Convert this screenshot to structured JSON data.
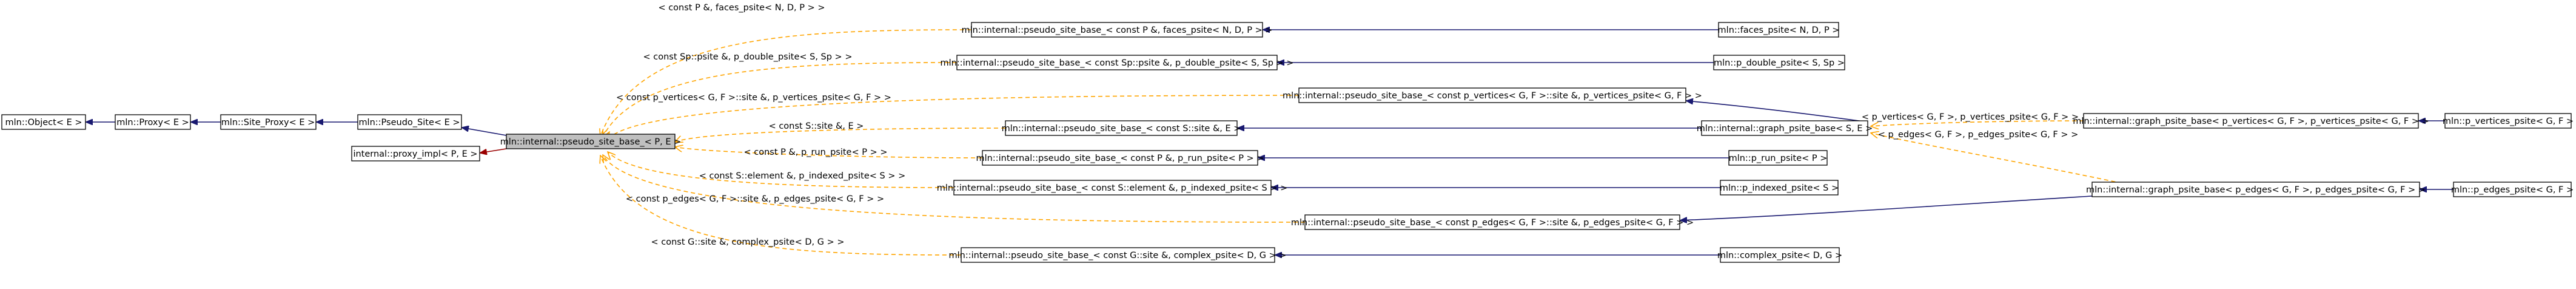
{
  "diagram": {
    "nodes": [
      {
        "id": "object",
        "label": "mln::Object< E >"
      },
      {
        "id": "proxy",
        "label": "mln::Proxy< E >"
      },
      {
        "id": "site_proxy",
        "label": "mln::Site_Proxy< E >"
      },
      {
        "id": "pseudo_site",
        "label": "mln::Pseudo_Site< E >"
      },
      {
        "id": "pseudo_site_base",
        "label": "mln::internal::pseudo_site_base_< P, E >"
      },
      {
        "id": "proxy_impl",
        "label": "internal::proxy_impl< P, E >"
      },
      {
        "id": "psb_faces",
        "label": "mln::internal::pseudo_site_base_< const P &, faces_psite< N, D, P > >"
      },
      {
        "id": "psb_double",
        "label": "mln::internal::pseudo_site_base_< const Sp::psite &, p_double_psite< S, Sp > >"
      },
      {
        "id": "psb_vertices",
        "label": "mln::internal::pseudo_site_base_< const p_vertices< G, F >::site &, p_vertices_psite< G, F > >"
      },
      {
        "id": "psb_graph",
        "label": "mln::internal::pseudo_site_base_< const S::site &, E >"
      },
      {
        "id": "psb_run",
        "label": "mln::internal::pseudo_site_base_< const P &, p_run_psite< P > >"
      },
      {
        "id": "psb_indexed",
        "label": "mln::internal::pseudo_site_base_< const S::element &, p_indexed_psite< S > >"
      },
      {
        "id": "psb_edges",
        "label": "mln::internal::pseudo_site_base_< const p_edges< G, F >::site &, p_edges_psite< G, F > >"
      },
      {
        "id": "psb_complex",
        "label": "mln::internal::pseudo_site_base_< const G::site &, complex_psite< D, G > >"
      },
      {
        "id": "faces_psite",
        "label": "mln::faces_psite< N, D, P >"
      },
      {
        "id": "p_double_psite",
        "label": "mln::p_double_psite< S, Sp >"
      },
      {
        "id": "graph_psite_base",
        "label": "mln::internal::graph_psite_base< S, E >"
      },
      {
        "id": "p_run_psite",
        "label": "mln::p_run_psite< P >"
      },
      {
        "id": "p_indexed_psite",
        "label": "mln::p_indexed_psite< S >"
      },
      {
        "id": "complex_psite",
        "label": "mln::complex_psite< D, G >"
      },
      {
        "id": "gpb_vertices",
        "label": "mln::internal::graph_psite_base< p_vertices< G, F >, p_vertices_psite< G, F > >"
      },
      {
        "id": "gpb_edges",
        "label": "mln::internal::graph_psite_base< p_edges< G, F >, p_edges_psite< G, F > >"
      },
      {
        "id": "p_vertices_psite",
        "label": "mln::p_vertices_psite< G, F >"
      },
      {
        "id": "p_edges_psite",
        "label": "mln::p_edges_psite< G, F >"
      }
    ],
    "edge_labels": {
      "faces": "< const P &, faces_psite< N, D, P > >",
      "double": "< const Sp::psite &, p_double_psite< S, Sp > >",
      "vertices": "< const p_vertices< G, F >::site &, p_vertices_psite< G, F > >",
      "graph": "< const S::site &, E >",
      "run": "< const P &, p_run_psite< P > >",
      "indexed": "< const S::element &, p_indexed_psite< S > >",
      "edges": "< const p_edges< G, F >::site &, p_edges_psite< G, F > >",
      "complex": "< const G::site &, complex_psite< D, G > >",
      "gv": "< p_vertices< G, F >, p_vertices_psite< G, F > >",
      "ge": "< p_edges< G, F >, p_edges_psite< G, F > >"
    }
  }
}
